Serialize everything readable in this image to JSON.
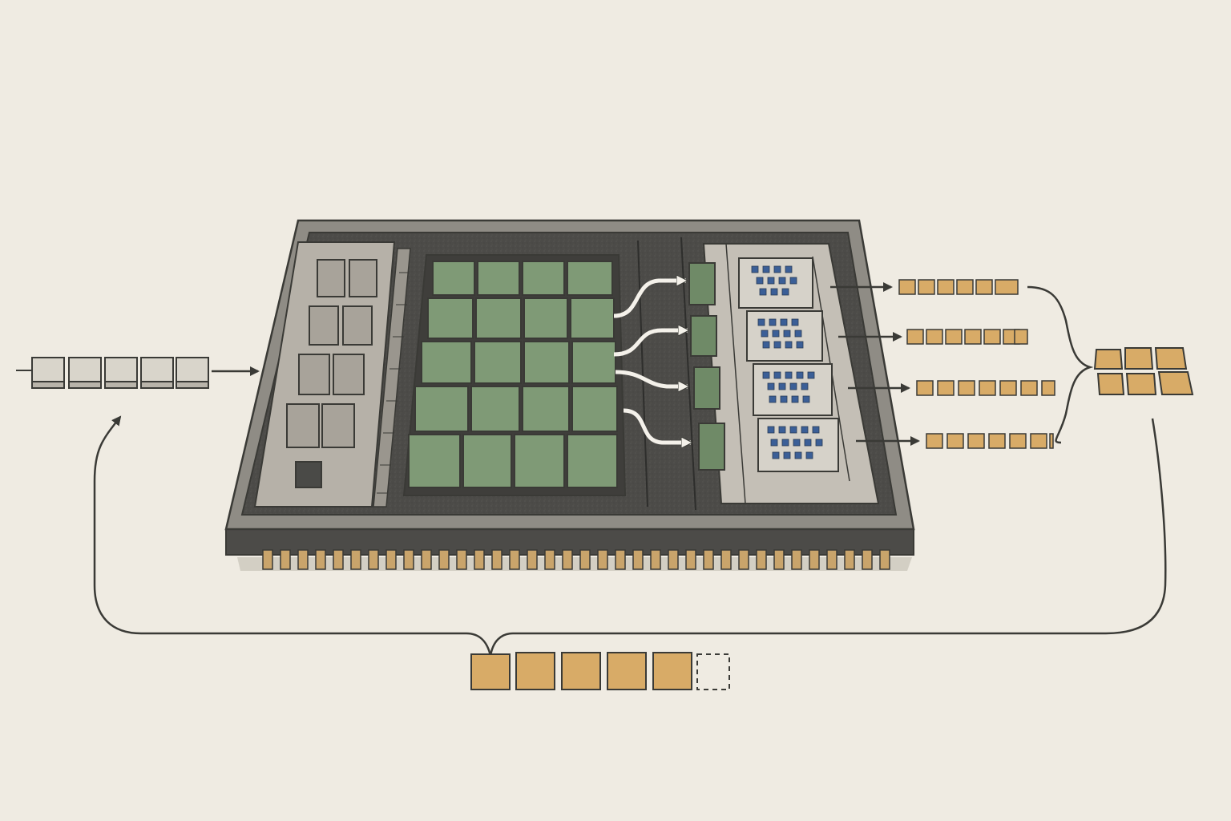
{
  "diagram": {
    "description_free": true,
    "colors": {
      "background": "#efebe2",
      "outline": "#3a3a36",
      "chip_frame": "#8f8c85",
      "chip_core_dark": "#4a4a47",
      "input_token": "#d9d5cb",
      "left_block": "#b6b1a8",
      "compute_tile": "#7f9a76",
      "bus_unit": "#6f8a67",
      "right_block": "#c4bfb6",
      "output_cell": "#3b5f97",
      "token_gold": "#d8ab67",
      "pin": "#c9a46b"
    },
    "icons": {
      "arrow": "arrow-icon",
      "curly_brace": "brace-icon"
    },
    "counts": {
      "input_tokens": 5,
      "left_block_cells": 9,
      "compute_tile_grid": "4x5",
      "output_rows": 4,
      "output_row_tokens": [
        6,
        7,
        7,
        7
      ],
      "merged_grid": "3x2",
      "feedback_tokens": 5,
      "feedback_empty_slots": 1
    }
  }
}
